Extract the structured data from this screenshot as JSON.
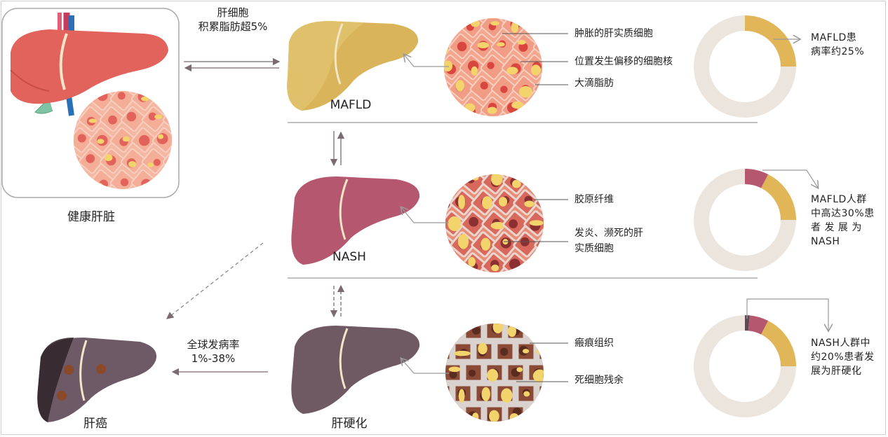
{
  "colors": {
    "healthy_liver": "#E2625C",
    "mafld_liver": "#D9B45A",
    "nash_liver": "#B5586F",
    "cirrhosis_liver": "#6F5963",
    "cancer_liver": "#4E3E49",
    "ring_bg": "#ECE5DD",
    "ring_mafld": "#E0B658",
    "ring_nash": "#B5586F",
    "ring_cirrhosis": "#5C4A55",
    "arrow": "#7A6A72"
  },
  "healthy": {
    "label": "健康肝脏"
  },
  "transition_top": {
    "line1": "肝细胞",
    "line2": "积累脂肪超5%"
  },
  "transition_cancer": {
    "line1": "全球发病率",
    "line2": "1%-38%"
  },
  "stages": {
    "mafld": "MAFLD",
    "nash": "NASH",
    "cirrhosis": "肝硬化",
    "cancer": "肝癌"
  },
  "annotations": {
    "mafld": [
      "肿胀的肝实质细胞",
      "位置发生偏移的细胞核",
      "大滴脂肪"
    ],
    "nash": [
      "胶原纤维",
      "发炎、濒死的肝",
      "实质细胞"
    ],
    "cirrhosis": [
      "瘢痕组织",
      "死细胞残余"
    ]
  },
  "stats": {
    "mafld": {
      "line1": "MAFLD患",
      "line2": "病率约25%",
      "value": 25
    },
    "nash": {
      "lines": [
        "MAFLD人群",
        "中高达30%患",
        "者 发 展 为",
        "NASH"
      ],
      "value": 30,
      "prev": 25
    },
    "cirrhosis": {
      "lines": [
        "NASH人群中",
        "约20%患者发",
        "展为肝硬化"
      ],
      "value": 20,
      "prev": 30
    }
  }
}
